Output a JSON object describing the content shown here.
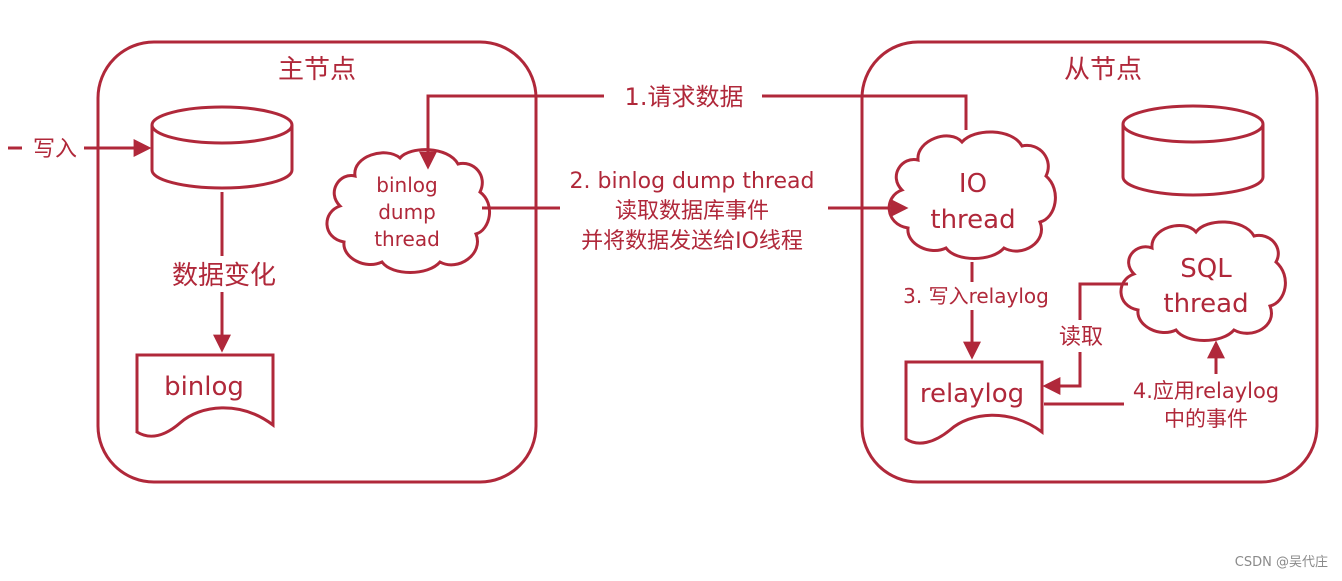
{
  "colors": {
    "accent": "#b0283a",
    "background": "#ffffff",
    "watermark": "#8a8a8a"
  },
  "master": {
    "title": "主节点",
    "change_label": "数据变化",
    "binlog_label": "binlog"
  },
  "write_label": "写入",
  "dump_thread": {
    "line1": "binlog",
    "line2": "dump",
    "line3": "thread"
  },
  "step1": "1.请求数据",
  "step2": {
    "line1": "2. binlog dump thread",
    "line2": "读取数据库事件",
    "line3": "并将数据发送给IO线程"
  },
  "slave": {
    "title": "从节点",
    "io_thread": {
      "line1": "IO",
      "line2": "thread"
    },
    "sql_thread": {
      "line1": "SQL",
      "line2": "thread"
    },
    "relaylog_label": "relaylog",
    "step3": "3. 写入relaylog",
    "read_label": "读取",
    "step4": {
      "line1": "4.应用relaylog",
      "line2": "中的事件"
    }
  },
  "watermark": "CSDN @吴代庄"
}
